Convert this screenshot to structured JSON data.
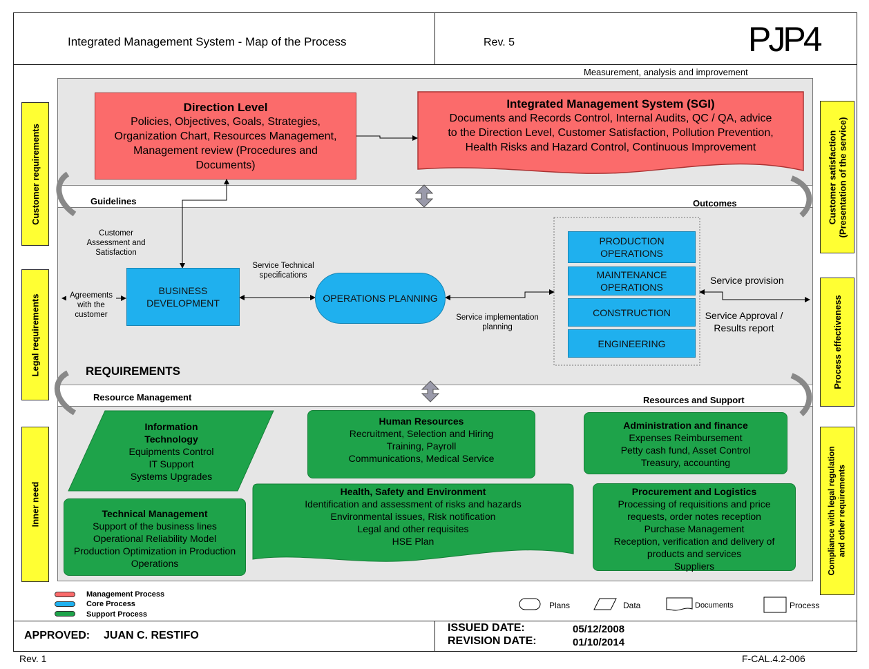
{
  "header": {
    "title": "Integrated Management System - Map of the Process",
    "rev": "Rev. 5",
    "logo": "PJP4"
  },
  "left_labels": [
    "Customer requirements",
    "Legal requirements",
    "Inner need"
  ],
  "right_labels": [
    "Customer satisfaction\n(Presentation of the service)",
    "Process effectiveness",
    "Compliance with legal regulation\nand other requirements"
  ],
  "top_note": "Measurement, analysis and improvement",
  "direction": {
    "title": "Direction Level",
    "body": "Policies, Objectives, Goals, Strategies,\nOrganization Chart, Resources Management,\nManagement review (Procedures and\nDocuments)"
  },
  "sgi": {
    "title": "Integrated Management System (SGI)",
    "body": "Documents and Records Control, Internal Audits, QC / QA, advice\nto the Direction Level, Customer Satisfaction, Pollution Prevention,\nHealth Risks and Hazard Control, Continuous Improvement"
  },
  "bands": {
    "guidelines": "Guidelines",
    "outcomes": "Outcomes",
    "requirements": "REQUIREMENTS",
    "resource_management": "Resource Management",
    "resources_support": "Resources and Support"
  },
  "core": {
    "customer_assessment": "Customer\nAssessment and\nSatisfaction",
    "agreements": "Agreements\nwith the\ncustomer",
    "business_development": "BUSINESS\nDEVELOPMENT",
    "service_tech_spec": "Service Technical\nspecifications",
    "operations_planning": "OPERATIONS PLANNING",
    "service_impl": "Service implementation\nplanning",
    "ops": [
      "PRODUCTION\nOPERATIONS",
      "MAINTENANCE\nOPERATIONS",
      "CONSTRUCTION",
      "ENGINEERING"
    ],
    "service_provision": "Service provision",
    "service_approval": "Service Approval /\nResults report"
  },
  "support": {
    "it": {
      "title": "Information\nTechnology",
      "body": "Equipments Control\nIT Support\nSystems Upgrades"
    },
    "hr": {
      "title": "Human Resources",
      "body": "Recruitment, Selection and Hiring\nTraining, Payroll\nCommunications, Medical Service"
    },
    "admin": {
      "title": "Administration and finance",
      "body": "Expenses Reimbursement\nPetty cash fund, Asset Control\nTreasury, accounting"
    },
    "tech": {
      "title": "Technical Management",
      "body": "Support of the business lines\nOperational Reliability Model\nProduction Optimization in Production\nOperations"
    },
    "hse": {
      "title": "Health, Safety and Environment",
      "body": "Identification and assessment of risks and hazards\nEnvironmental issues, Risk notification\nLegal and other requisites\nHSE Plan"
    },
    "proc": {
      "title": "Procurement and Logistics",
      "body": "Processing of requisitions and price\nrequests, order notes reception\nPurchase Management\nReception, verification and delivery of\nproducts and services\nSuppliers"
    }
  },
  "legend": {
    "management": "Management Process",
    "core": "Core Process",
    "support": "Support Process",
    "plans": "Plans",
    "data": "Data",
    "documents": "Documents",
    "process": "Process",
    "colors": {
      "management": "#fb6b6b",
      "core": "#1fb0ee",
      "support": "#1ea34a"
    }
  },
  "footer": {
    "approved_label": "APPROVED:",
    "approved_name": "JUAN C. RESTIFO",
    "issued_label": "ISSUED DATE:",
    "issued_value": "05/12/2008",
    "revision_label": "REVISION DATE:",
    "revision_value": "01/10/2014",
    "rev": "Rev. 1",
    "code": "F-CAL.4.2-006"
  }
}
